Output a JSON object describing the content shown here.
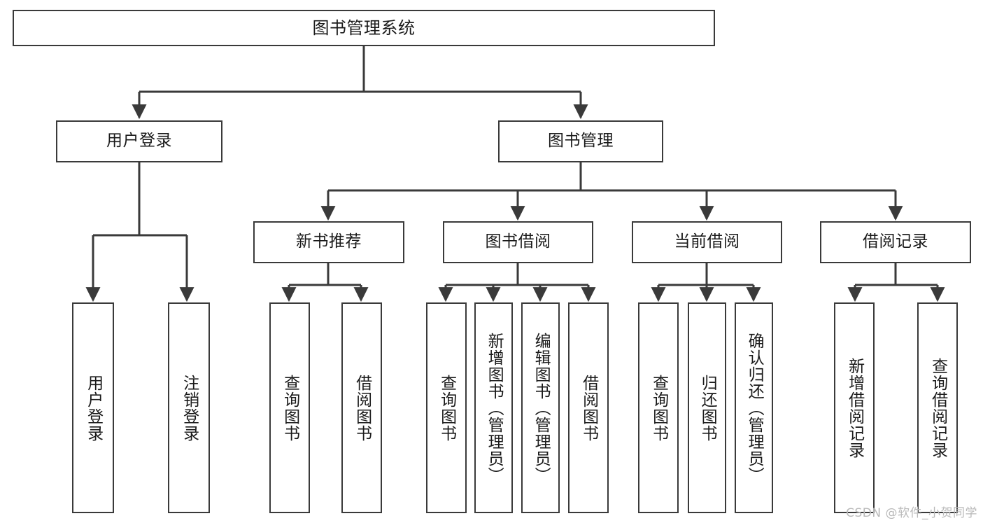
{
  "diagram": {
    "type": "tree",
    "title": "图书管理系统",
    "orientation": "top-down",
    "edge_style": "orthogonal-arrow",
    "colors": {
      "box_border": "#3a3a3a",
      "box_fill": "#ffffff",
      "connector": "#3a3a3a",
      "text": "#1a1a1a",
      "watermark": "#b9b9b9",
      "background": "#ffffff"
    }
  },
  "root": {
    "label": "图书管理系统"
  },
  "level2": {
    "user_login": "用户登录",
    "book_manage": "图书管理"
  },
  "level3": {
    "new_book_recommend": "新书推荐",
    "book_borrow": "图书借阅",
    "current_borrow": "当前借阅",
    "borrow_record": "借阅记录"
  },
  "leaves": {
    "user_login_children": [
      "用户登录",
      "注销登录"
    ],
    "new_book_recommend_children": [
      "查询图书",
      "借阅图书"
    ],
    "book_borrow_children": [
      "查询图书",
      "新增图书（管理员）",
      "编辑图书（管理员）",
      "借阅图书"
    ],
    "current_borrow_children": [
      "查询图书",
      "归还图书",
      "确认归还（管理员）"
    ],
    "borrow_record_children": [
      "新增借阅记录",
      "查询借阅记录"
    ]
  },
  "watermark": {
    "text": "CSDN @软件_小贺同学"
  }
}
